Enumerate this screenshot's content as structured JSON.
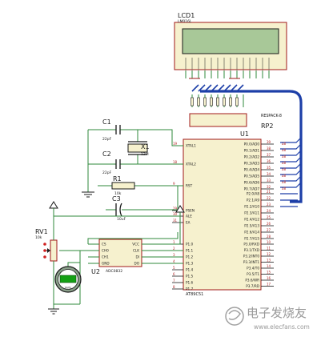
{
  "lcd": {
    "ref": "LCD1",
    "model": "LM016L"
  },
  "mcu": {
    "ref": "U1",
    "part": "AT89C51",
    "left_pins": [
      {
        "num": "19",
        "name": "XTAL1"
      },
      {
        "num": "18",
        "name": "XTAL2"
      },
      {
        "num": "9",
        "name": "RST"
      },
      {
        "num": "29",
        "name": "PSEN"
      },
      {
        "num": "30",
        "name": "ALE"
      },
      {
        "num": "31",
        "name": "EA"
      },
      {
        "num": "1",
        "name": "P1.0"
      },
      {
        "num": "2",
        "name": "P1.1"
      },
      {
        "num": "3",
        "name": "P1.2"
      },
      {
        "num": "4",
        "name": "P1.3"
      },
      {
        "num": "5",
        "name": "P1.4"
      },
      {
        "num": "6",
        "name": "P1.5"
      },
      {
        "num": "7",
        "name": "P1.6"
      },
      {
        "num": "8",
        "name": "P1.7"
      }
    ],
    "right_pins": [
      {
        "num": "39",
        "name": "P0.0/AD0"
      },
      {
        "num": "38",
        "name": "P0.1/AD1"
      },
      {
        "num": "37",
        "name": "P0.2/AD2"
      },
      {
        "num": "36",
        "name": "P0.3/AD3"
      },
      {
        "num": "35",
        "name": "P0.4/AD4"
      },
      {
        "num": "34",
        "name": "P0.5/AD5"
      },
      {
        "num": "33",
        "name": "P0.6/AD6"
      },
      {
        "num": "32",
        "name": "P0.7/AD7"
      },
      {
        "num": "21",
        "name": "P2.0/A8"
      },
      {
        "num": "22",
        "name": "P2.1/A9"
      },
      {
        "num": "23",
        "name": "P2.2/A10"
      },
      {
        "num": "24",
        "name": "P2.3/A11"
      },
      {
        "num": "25",
        "name": "P2.4/A12"
      },
      {
        "num": "26",
        "name": "P2.5/A13"
      },
      {
        "num": "27",
        "name": "P2.6/A14"
      },
      {
        "num": "28",
        "name": "P2.7/A15"
      },
      {
        "num": "10",
        "name": "P3.0/RXD"
      },
      {
        "num": "11",
        "name": "P3.1/TXD"
      },
      {
        "num": "12",
        "name": "P3.2/INT0"
      },
      {
        "num": "13",
        "name": "P3.3/INT1"
      },
      {
        "num": "14",
        "name": "P3.4/T0"
      },
      {
        "num": "15",
        "name": "P3.5/T1"
      },
      {
        "num": "16",
        "name": "P3.6/WR"
      },
      {
        "num": "17",
        "name": "P3.7/RD"
      }
    ]
  },
  "adc": {
    "ref": "U2",
    "part": "ADC0832",
    "left_pins": [
      "CS",
      "CH0",
      "CH1",
      "GND"
    ],
    "right_pins": [
      "VCC",
      "CLK",
      "DI",
      "DO"
    ]
  },
  "resistor_pack": {
    "ref": "RP2",
    "model": "RESPACK-8"
  },
  "crystal": {
    "ref": "X1",
    "value": "12M"
  },
  "c1": {
    "ref": "C1",
    "value": "22pF"
  },
  "c2": {
    "ref": "C2",
    "value": "22pF"
  },
  "c3": {
    "ref": "C3",
    "value": "10uF"
  },
  "r1": {
    "ref": "R1",
    "value": "10k"
  },
  "rv1": {
    "ref": "RV1",
    "value": "10k"
  },
  "meter": {
    "value": "Volts"
  },
  "watermark": {
    "text": "电子发烧友",
    "url": "www.elecfans.com"
  },
  "colors": {
    "wire": "#2f8a3b",
    "bus": "#1d3fa8",
    "part": "#a01818",
    "body": "#f6f1ce",
    "lcd": "#a8c898"
  }
}
